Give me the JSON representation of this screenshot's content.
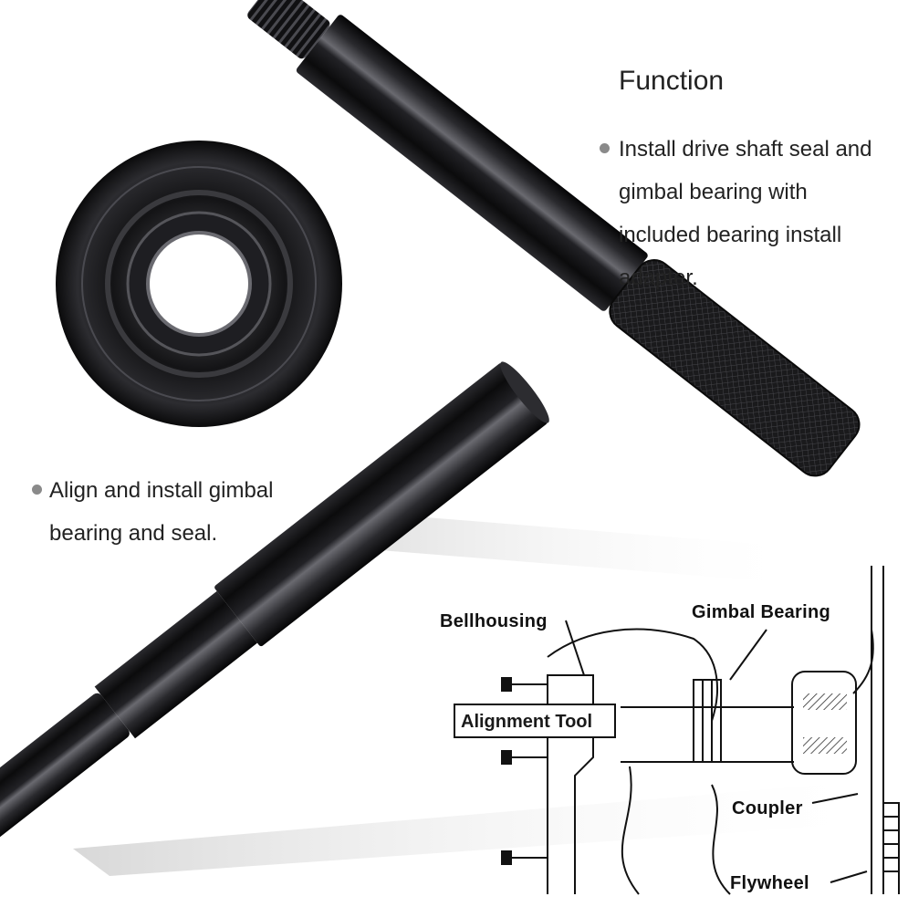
{
  "text": {
    "heading": "Function",
    "bullet_top": "Install drive shaft seal and gimbal bearing with included bearing install adapter.",
    "bullet_left": "Align and install gimbal bearing and seal."
  },
  "diagram_labels": {
    "bellhousing": "Bellhousing",
    "gimbal_bearing": "Gimbal Bearing",
    "alignment_tool": "Alignment Tool",
    "coupler": "Coupler",
    "flywheel": "Flywheel"
  },
  "colors": {
    "tool_black": "#1c1c1e",
    "bullet_dot": "#8a8a8a",
    "background": "#ffffff"
  },
  "icons": {
    "bullet": "gray-dot"
  }
}
